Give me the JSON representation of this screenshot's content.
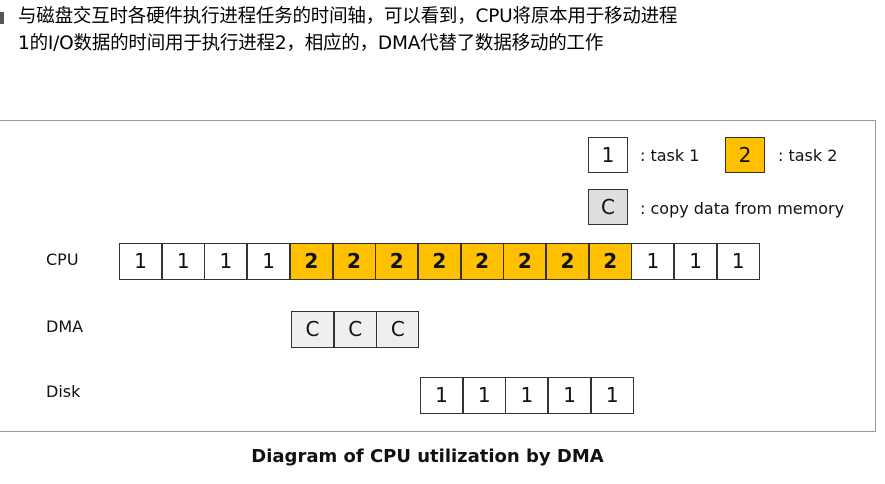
{
  "description": "与磁盘交互时各硬件执行进程任务的时间轴，可以看到，CPU将原本用于移动进程\n1的I/O数据的时间用于执行进程2，相应的，DMA代替了数据移动的工作",
  "legend": {
    "task1_glyph": "1",
    "task1_label": ": task 1",
    "task2_glyph": "2",
    "task2_label": ": task 2",
    "copy_glyph": "C",
    "copy_label": ": copy data from memory"
  },
  "rows": {
    "cpu": {
      "label": "CPU",
      "cells": [
        "1",
        "1",
        "1",
        "1",
        "2",
        "2",
        "2",
        "2",
        "2",
        "2",
        "2",
        "2",
        "1",
        "1",
        "1"
      ],
      "kinds": [
        "task1",
        "task1",
        "task1",
        "task1",
        "task2",
        "task2",
        "task2",
        "task2",
        "task2",
        "task2",
        "task2",
        "task2",
        "task1",
        "task1",
        "task1"
      ]
    },
    "dma": {
      "label": "DMA",
      "cells": [
        "C",
        "C",
        "C"
      ],
      "kinds": [
        "copy",
        "copy",
        "copy"
      ]
    },
    "disk": {
      "label": "Disk",
      "cells": [
        "1",
        "1",
        "1",
        "1",
        "1"
      ],
      "kinds": [
        "task1",
        "task1",
        "task1",
        "task1",
        "task1"
      ]
    }
  },
  "colors": {
    "task1": "#ffffff",
    "task2": "#ffc000",
    "copy": "#efefef",
    "border": "#333333"
  },
  "caption": "Diagram of CPU utilization by DMA"
}
